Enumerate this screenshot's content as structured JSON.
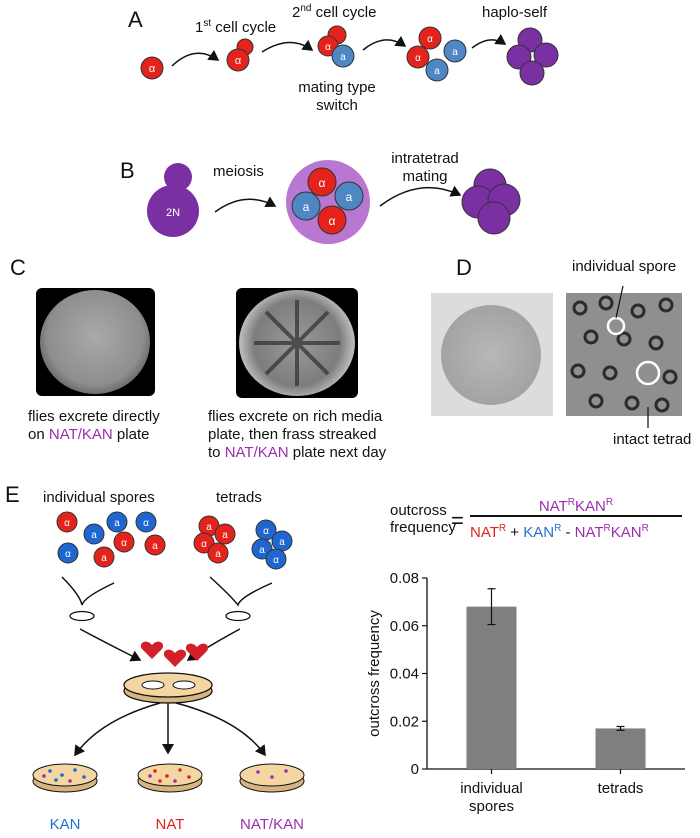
{
  "panels": {
    "A": {
      "letter": "A",
      "first_cycle": "1",
      "first_cycle_sup": "st",
      "first_cycle_rest": " cell cycle",
      "second_cycle": "2",
      "second_cycle_sup": "nd",
      "second_cycle_rest": " cell cycle",
      "mating_switch_line1": "mating type",
      "mating_switch_line2": "switch",
      "haplo_self": "haplo-self"
    },
    "B": {
      "letter": "B",
      "meiosis": "meiosis",
      "intratetrad_line1": "intratetrad",
      "intratetrad_line2": "mating",
      "diploid_label": "2N"
    },
    "C": {
      "letter": "C",
      "left_line1": "flies excrete directly",
      "left_line2_pre": "on ",
      "left_line2_em": "NAT/KAN",
      "left_line2_post": " plate",
      "right_line1": "flies excrete on rich media",
      "right_line2": "plate, then frass streaked",
      "right_line3_pre": "to ",
      "right_line3_em": "NAT/KAN",
      "right_line3_post": " plate next day"
    },
    "D": {
      "letter": "D",
      "individual_spore": "individual spore",
      "intact_tetrad": "intact tetrad"
    },
    "E": {
      "letter": "E",
      "individual_spores": "individual spores",
      "tetrads": "tetrads",
      "plate_kan": "KAN",
      "plate_nat": "NAT",
      "plate_natkan": "NAT/KAN",
      "formula_lhs_line1": "outcross",
      "formula_lhs_line2": "frequency",
      "formula_eq": "=",
      "num_nat": "NAT",
      "num_kan": "KAN",
      "sup_r": "R",
      "den_nat": "NAT",
      "den_plus": " + ",
      "den_kan": "KAN",
      "den_minus": " - ",
      "den_natkan_nat": "NAT",
      "den_natkan_kan": "KAN"
    }
  },
  "cell_labels": {
    "alpha": "α",
    "a": "a"
  },
  "colors": {
    "red_cell": "#e3231c",
    "blue_cell": "#4f87c4",
    "blue_cell_E": "#1f66d1",
    "purple": "#7a2fa3",
    "magenta_text": "#9b2db0",
    "bar": "#7f7f7f",
    "plate": "#f4d6a3"
  },
  "chart_data": {
    "type": "bar",
    "categories": [
      "individual spores",
      "tetrads"
    ],
    "category_labels": [
      [
        "individual",
        "spores"
      ],
      [
        "tetrads"
      ]
    ],
    "values": [
      0.068,
      0.017
    ],
    "errors": [
      0.0075,
      0.0008
    ],
    "ylabel": "outcross frequency",
    "ylim": [
      0,
      0.08
    ],
    "yticks": [
      0,
      0.02,
      0.04,
      0.06,
      0.08
    ],
    "ytick_labels": [
      "0",
      "0.02",
      "0.04",
      "0.06",
      "0.08"
    ]
  }
}
